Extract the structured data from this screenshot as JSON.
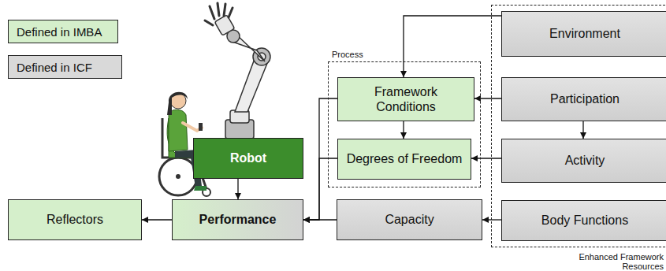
{
  "diagram": {
    "nodes": [
      {
        "text": [
          "Process"
        ]
      },
      {
        "text": [
          "Framework Conditions"
        ],
        "in": 0
      },
      {
        "text": [
          "Degrees of Freedom"
        ],
        "in": 0
      },
      {
        "text": [
          "Enhanced Framework Resources"
        ]
      },
      {
        "text": [
          "Environment"
        ],
        "in": 3
      },
      {
        "text": [
          "Participation"
        ],
        "in": 3
      },
      {
        "text": [
          "Activity"
        ],
        "in": 3
      },
      {
        "text": [
          "Robot"
        ]
      },
      {
        "text": [
          "Body Functions"
        ],
        "in": 3
      },
      {
        "text": [
          "Reflectors"
        ]
      },
      {
        "text": [
          "Performance"
        ]
      },
      {
        "text": [
          "Capacity"
        ]
      }
    ],
    "edges": [
      {
        "from": 4,
        "to": 1,
        "arrow": "to"
      },
      {
        "from": 5,
        "to": 1,
        "arrow": "to"
      },
      {
        "from": 5,
        "to": 6,
        "arrow": "to"
      },
      {
        "from": 6,
        "to": 2,
        "arrow": "to"
      },
      {
        "from": 1,
        "to": 2,
        "arrow": "to"
      },
      {
        "from": 8,
        "to": 11,
        "arrow": "to"
      },
      {
        "from": 11,
        "to": 10,
        "arrow": "to"
      },
      {
        "from": 10,
        "to": 9,
        "arrow": "to"
      },
      {
        "from": 7,
        "to": 10,
        "arrow": "to"
      },
      {
        "from": 1,
        "to": 10,
        "arrow": "to"
      },
      {
        "from": 2,
        "to": 10,
        "arrow": "to"
      }
    ],
    "legend": [
      {
        "text": "Defined in IMBA",
        "color": "#d5efcb"
      },
      {
        "text": "Defined in ICF",
        "color": "#d9d9d9"
      }
    ]
  }
}
